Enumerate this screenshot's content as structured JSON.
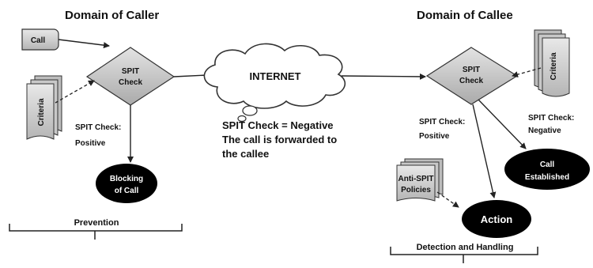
{
  "headers": {
    "caller": "Domain of Caller",
    "callee": "Domain of Callee"
  },
  "caller": {
    "call": "Call",
    "criteria": "Criteria",
    "spit_check": [
      "SPIT",
      "Check"
    ],
    "positive_label": [
      "SPIT Check:",
      "Positive"
    ],
    "blocking": [
      "Blocking",
      "of Call"
    ],
    "prevention": "Prevention"
  },
  "internet": {
    "label": "INTERNET",
    "note": [
      "SPIT Check  =  Negative",
      "The call is forwarded to",
      "the callee"
    ]
  },
  "callee": {
    "spit_check": [
      "SPIT",
      "Check"
    ],
    "criteria": "Criteria",
    "positive_label": [
      "SPIT Check:",
      "Positive"
    ],
    "negative_label": [
      "SPIT Check:",
      "Negative"
    ],
    "anti_spit": [
      "Anti-SPIT",
      "Policies"
    ],
    "action": "Action",
    "call_established": [
      "Call",
      "Established"
    ],
    "detection": "Detection and Handling"
  },
  "colors": {
    "diamond": "#c9c9c9",
    "doc": "#cfcfcf",
    "ellipse": "#000000",
    "stroke": "#222222"
  }
}
